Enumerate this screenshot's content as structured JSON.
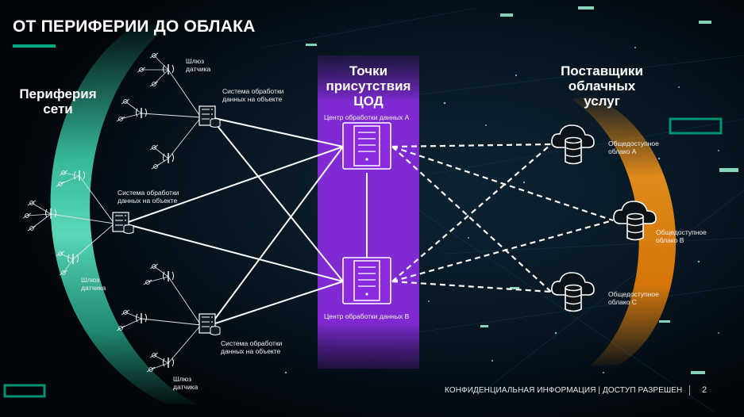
{
  "title": "ОТ ПЕРИФЕРИИ ДО ОБЛАКА",
  "headings": {
    "edge": "Периферия сети",
    "colo": "Точки присутствия ЦОД",
    "cloud": "Поставщики облачных услуг"
  },
  "gateway_label": "Шлюз датчика",
  "site_label": "Система обработки данных на объекте",
  "datacenters": [
    "Центр обработки данных A",
    "Центр обработки данных B"
  ],
  "clouds": [
    "Общедоступное облако A",
    "Общедоступное облако B",
    "Общедоступное облако C"
  ],
  "footer": "КОНФИДЕНЦИАЛЬНАЯ ИНФОРМАЦИЯ | ДОСТУП РАЗРЕШЕН",
  "page_number": "2",
  "colors": {
    "accent": "#01a982",
    "colo_band": "#8a2be2",
    "cloud_arc": "#f28c0f",
    "edge_arc": "#2ec4a0",
    "background": "#03080c"
  },
  "icons": [
    "sensor-icon",
    "gateway-icon",
    "server-rack-icon",
    "database-icon",
    "datacenter-server-icon",
    "cloud-database-icon"
  ]
}
